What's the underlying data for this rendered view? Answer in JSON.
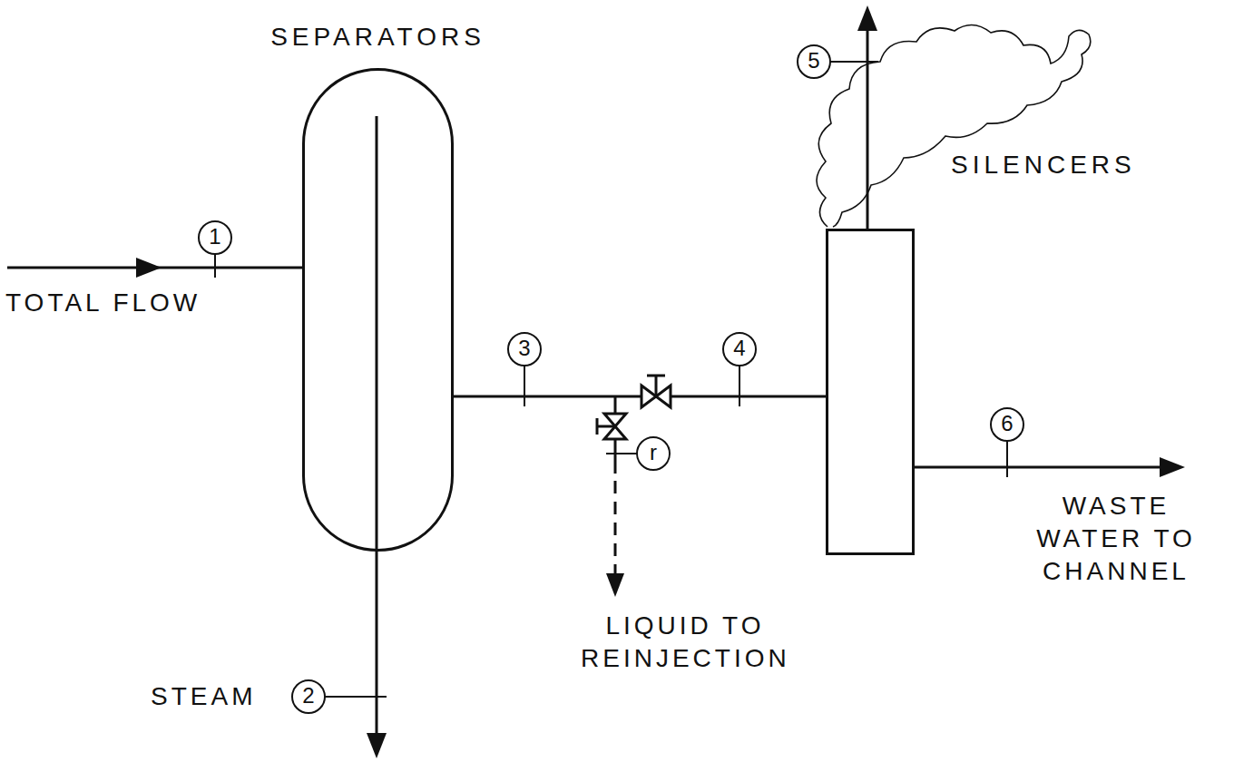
{
  "diagram": {
    "nodes": [
      {
        "text": [
          "SEPARATORS"
        ]
      },
      {
        "text": [
          "SILENCERS"
        ]
      }
    ],
    "edges": [
      {
        "from": 0,
        "to": 1,
        "arrow": "none"
      }
    ],
    "labels": [
      "1",
      "TOTAL FLOW",
      "3",
      "4",
      "r",
      "5",
      "6",
      "2",
      "STEAM",
      "LIQUID TO REINJECTION",
      "WASTE WATER TO CHANNEL"
    ]
  }
}
